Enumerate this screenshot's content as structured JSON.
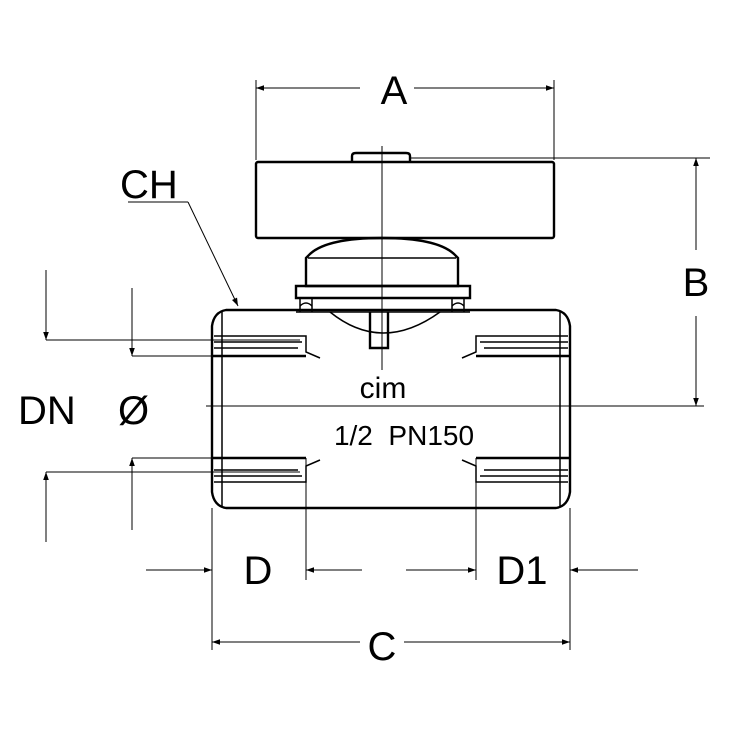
{
  "labels": {
    "a": "A",
    "b": "B",
    "c": "C",
    "d": "D",
    "d1": "D1",
    "dn": "DN",
    "dia": "Ø",
    "ch": "CH"
  },
  "body_marking": {
    "brand": "cim",
    "size_rating": "1/2  PN150"
  }
}
